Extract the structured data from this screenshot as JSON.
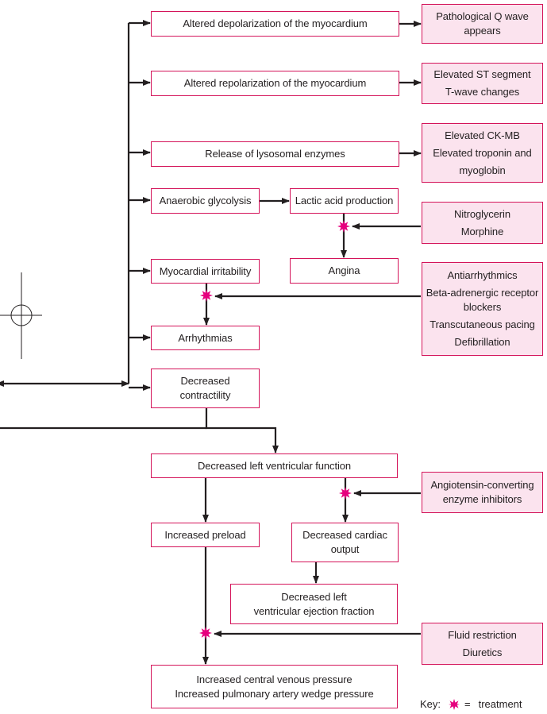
{
  "boxes": {
    "depolarization": "Altered depolarization of the myocardium",
    "pathological_q": [
      "Pathological Q wave",
      "appears"
    ],
    "repolarization": "Altered repolarization of the myocardium",
    "st_changes": [
      "Elevated ST segment",
      "T-wave changes"
    ],
    "lysosomal": "Release of lysosomal enzymes",
    "enzymes": [
      "Elevated CK-MB",
      "Elevated troponin and",
      "myoglobin"
    ],
    "anaerobic": "Anaerobic glycolysis",
    "lactic": "Lactic acid production",
    "nitro_morphine": [
      "Nitroglycerin",
      "Morphine"
    ],
    "irritability": "Myocardial irritability",
    "angina": "Angina",
    "antiarrhythmics": [
      "Antiarrhythmics",
      "Beta-adrenergic receptor",
      "blockers",
      "Transcutaneous pacing",
      "Defibrillation"
    ],
    "arrhythmias": "Arrhythmias",
    "contractility": [
      "Decreased",
      "contractility"
    ],
    "lv_function": "Decreased left ventricular function",
    "ace_inhibitors": [
      "Angiotensin-converting",
      "enzyme inhibitors"
    ],
    "preload": "Increased preload",
    "cardiac_output": [
      "Decreased cardiac",
      "output"
    ],
    "ejection_fraction": [
      "Decreased left",
      "ventricular ejection fraction"
    ],
    "fluid_diuretics": [
      "Fluid restriction",
      "Diuretics"
    ],
    "pressures": [
      "Increased central venous pressure",
      "Increased pulmonary artery wedge pressure"
    ]
  },
  "key": {
    "label": "Key:",
    "equals": "=",
    "meaning": "treatment"
  },
  "colors": {
    "line": "#231f20",
    "border": "#d4145a",
    "treatment_fill": "#fbe3ee",
    "treatment_star": "#e6007e"
  },
  "icons": {
    "treatment_marker": "magenta-star-icon",
    "registration_mark": "crosshair-circle-icon"
  }
}
